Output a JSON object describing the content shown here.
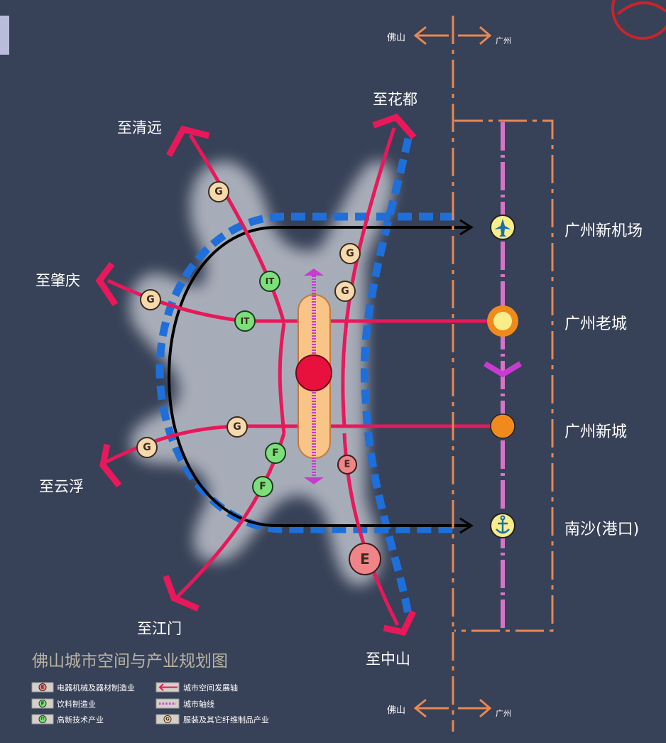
{
  "title": "佛山城市空间与产业规划图",
  "border": {
    "top_left": "佛山",
    "top_right": "广州",
    "bottom_left": "佛山",
    "bottom_right": "广州"
  },
  "directions": {
    "qingyuan": "至清远",
    "huadu": "至花都",
    "zhaoqing": "至肇庆",
    "yunfu": "至云浮",
    "jiangmen": "至江门",
    "zhongshan": "至中山"
  },
  "guangzhou_nodes": {
    "airport": "广州新机场",
    "old_city": "广州老城",
    "new_city": "广州新城",
    "nansha": "南沙(港口)"
  },
  "badges": {
    "G": "G",
    "IT": "IT",
    "F": "F",
    "E": "E"
  },
  "legend": {
    "electric": "电器机械及器材制造业",
    "beverage": "饮料制造业",
    "hightech": "高新技术产业",
    "dev_axis": "城市空间发展轴",
    "city_axis": "城市轴线",
    "garment": "服装及其它纤维制品产业"
  },
  "colors": {
    "background": "#374157",
    "dev_axis": "#e8185a",
    "border_line": "#e98751",
    "guangzhou_axis": "#d774c9",
    "arc": "#000000",
    "blue_ring": "#1e6fd9",
    "G_badge": "#f7d9ae",
    "F_badge": "#7be07b",
    "IT_badge": "#7be07b",
    "E_badge": "#f08589",
    "center_circle": "#e8103c",
    "center_bar": "#f9c488"
  }
}
